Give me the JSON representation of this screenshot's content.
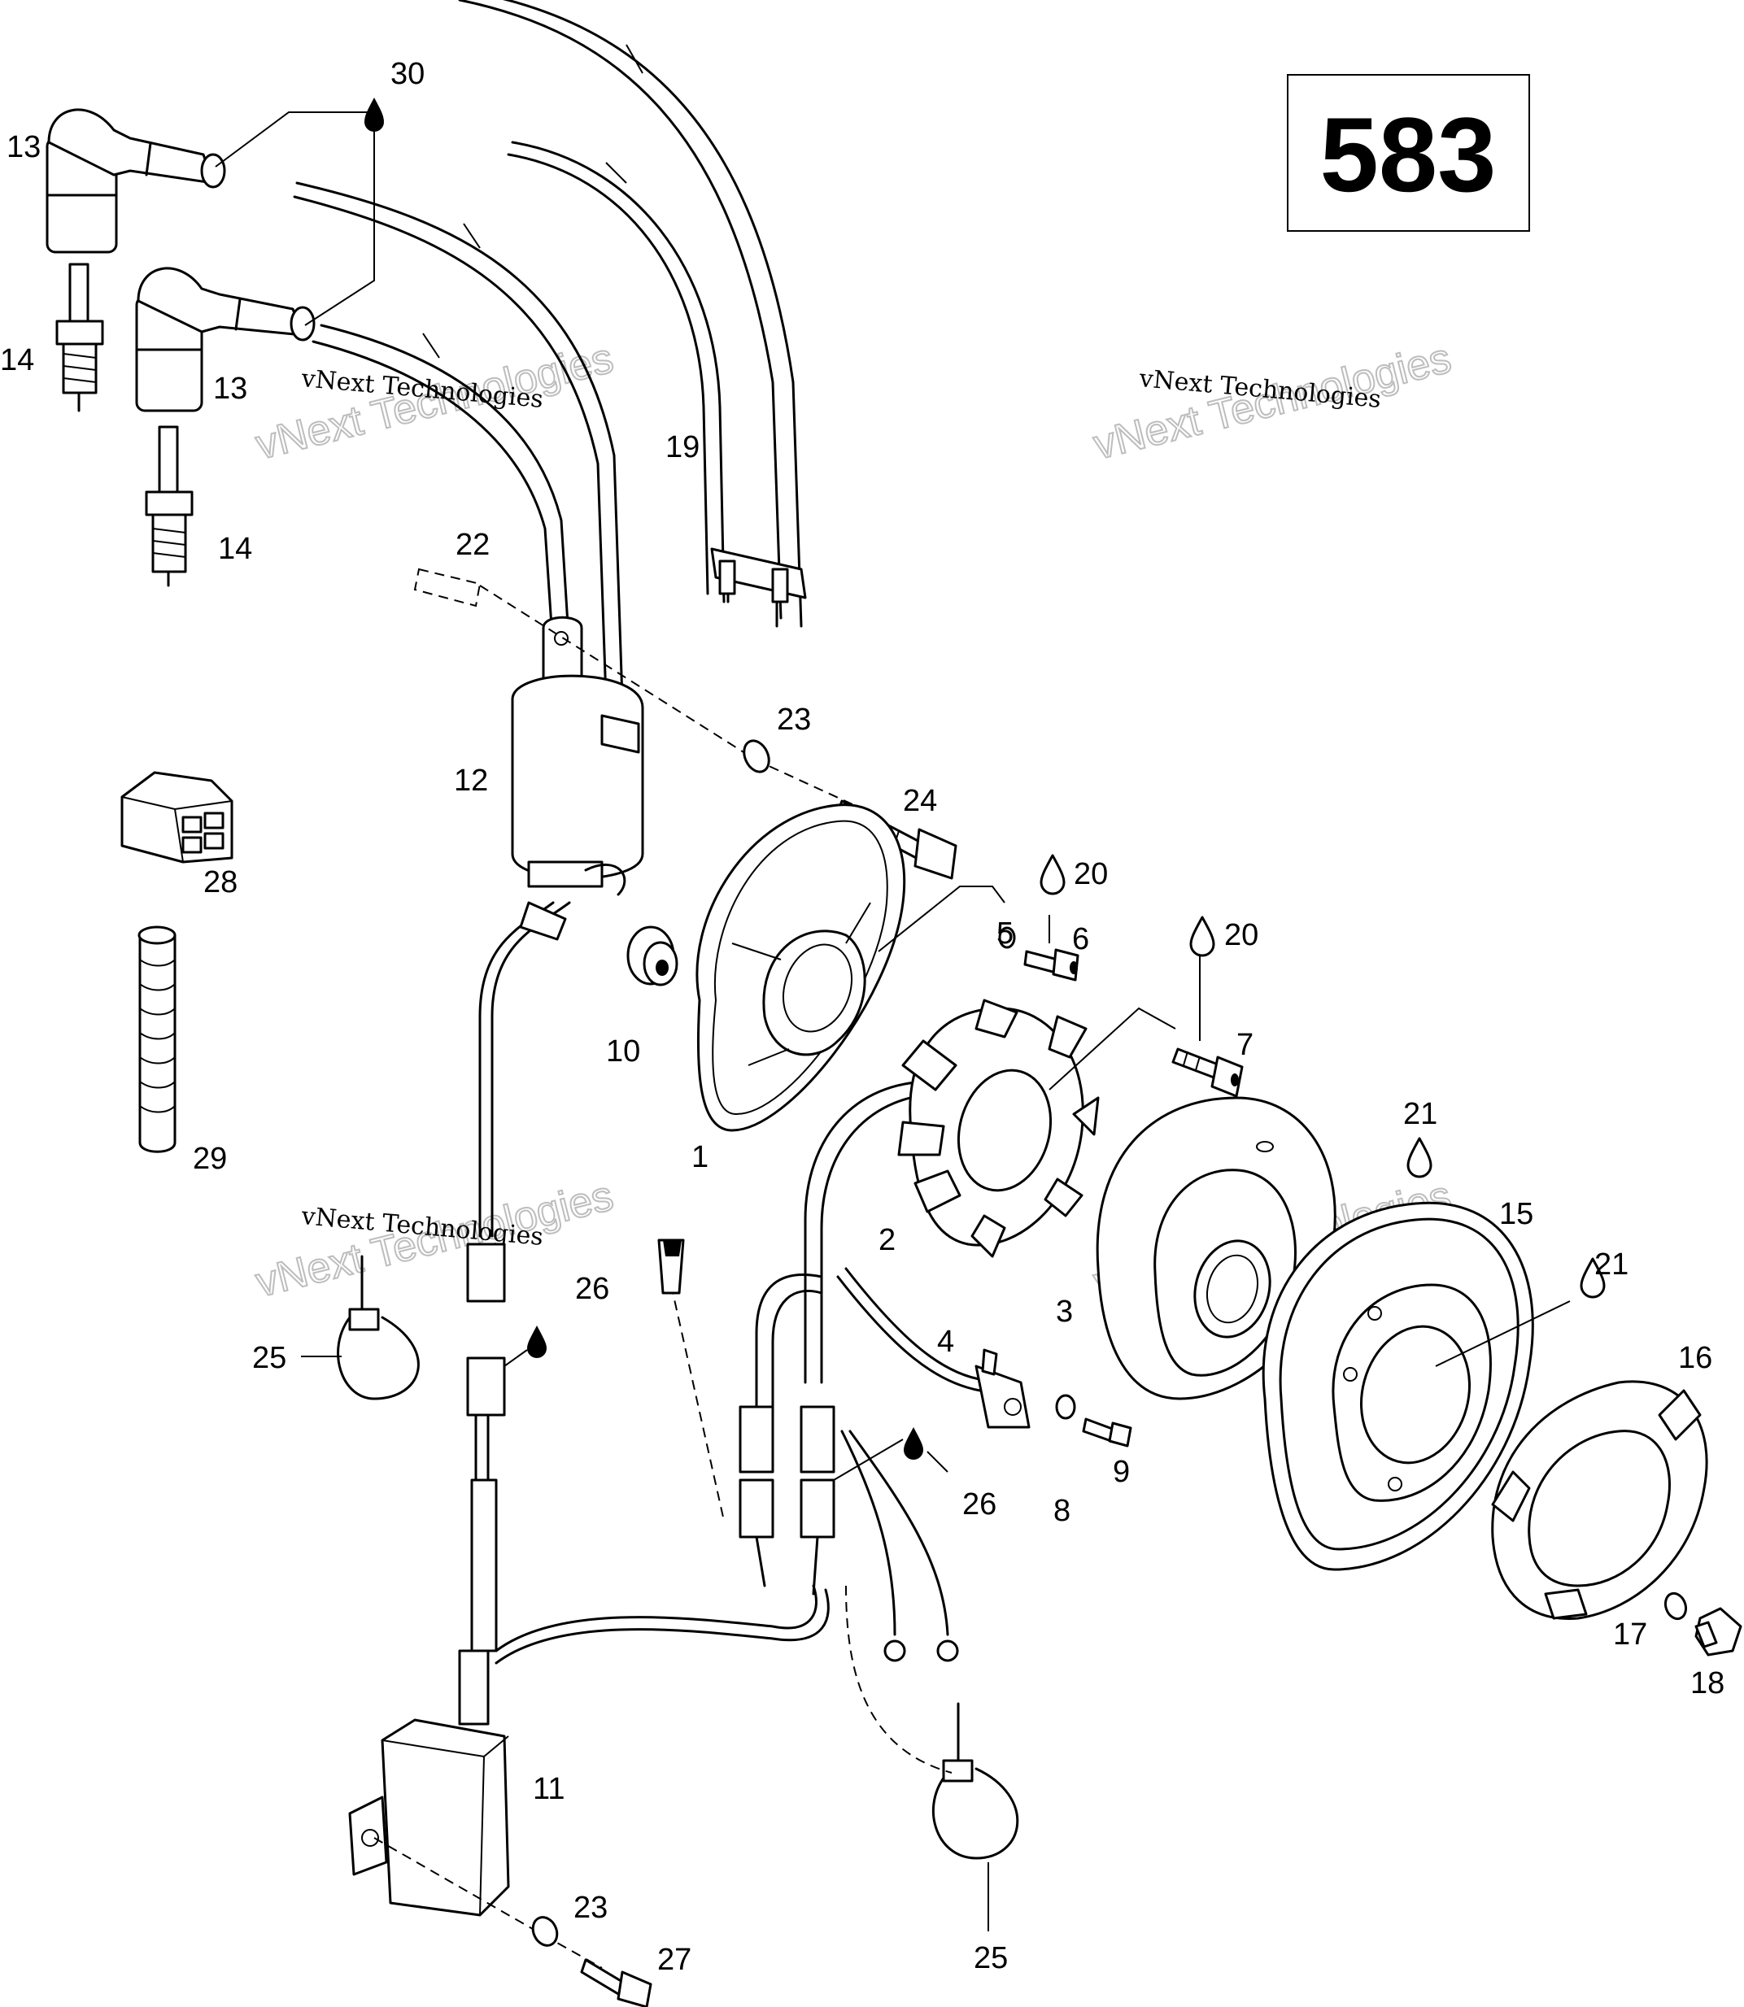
{
  "diagram": {
    "page_number": "583",
    "watermarks": [
      {
        "line1": "vNext Technologies",
        "line2": "vNext Technologies"
      },
      {
        "line1": "vNext Technologies",
        "line2": "vNext Technologies"
      },
      {
        "line1": "vNext Technologies",
        "line2": "vNext Technologies"
      },
      {
        "line1": "vNext Technologies",
        "line2": "vNext Technologies"
      }
    ],
    "callouts": {
      "c1": "1",
      "c2": "2",
      "c3": "3",
      "c4": "4",
      "c5": "5",
      "c6": "6",
      "c7": "7",
      "c8": "8",
      "c9": "9",
      "c10": "10",
      "c11": "11",
      "c12": "12",
      "c13a": "13",
      "c13b": "13",
      "c14a": "14",
      "c14b": "14",
      "c15": "15",
      "c16": "16",
      "c17": "17",
      "c18": "18",
      "c19": "19",
      "c20a": "20",
      "c20b": "20",
      "c21a": "21",
      "c21b": "21",
      "c22": "22",
      "c23a": "23",
      "c23b": "23",
      "c24": "24",
      "c25a": "25",
      "c25b": "25",
      "c26a": "26",
      "c26b": "26",
      "c27": "27",
      "c28": "28",
      "c29": "29",
      "c30": "30"
    }
  }
}
